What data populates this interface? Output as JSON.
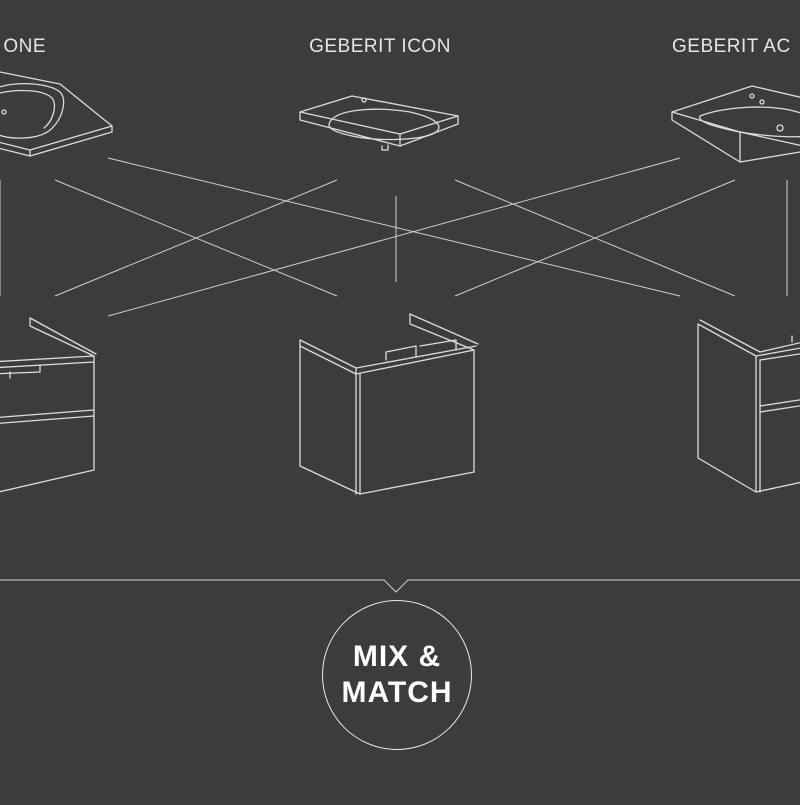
{
  "labels": {
    "left": "ONE",
    "center": "GEBERIT ICON",
    "right": "GEBERIT AC"
  },
  "badge": {
    "line1": "MIX &",
    "line2": "MATCH"
  },
  "colors": {
    "background": "#3c3c3c",
    "line": "#dcdcdc",
    "text": "#e6e6e6"
  }
}
